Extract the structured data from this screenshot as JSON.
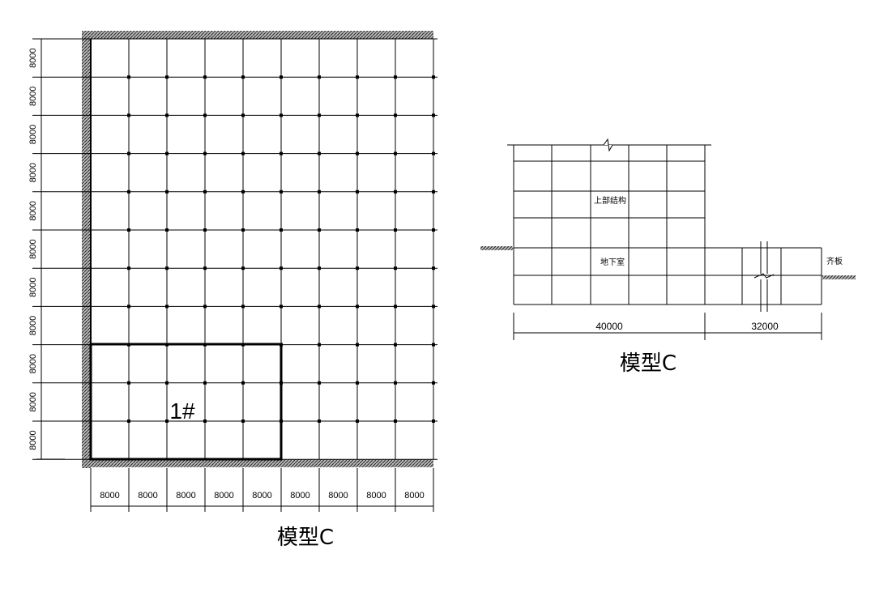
{
  "plan": {
    "column_spacing_labels": [
      "8000",
      "8000",
      "8000",
      "8000",
      "8000",
      "8000",
      "8000",
      "8000",
      "8000"
    ],
    "row_spacing_labels": [
      "8000",
      "8000",
      "8000",
      "8000",
      "8000",
      "8000",
      "8000",
      "8000",
      "8000",
      "8000",
      "8000"
    ],
    "block_label": "1#",
    "title": "模型C"
  },
  "section": {
    "upper_label": "上部结构",
    "basement_label": "地下室",
    "right_label": "齐板",
    "dim_left": "40000",
    "dim_right": "32000",
    "title": "模型C"
  }
}
